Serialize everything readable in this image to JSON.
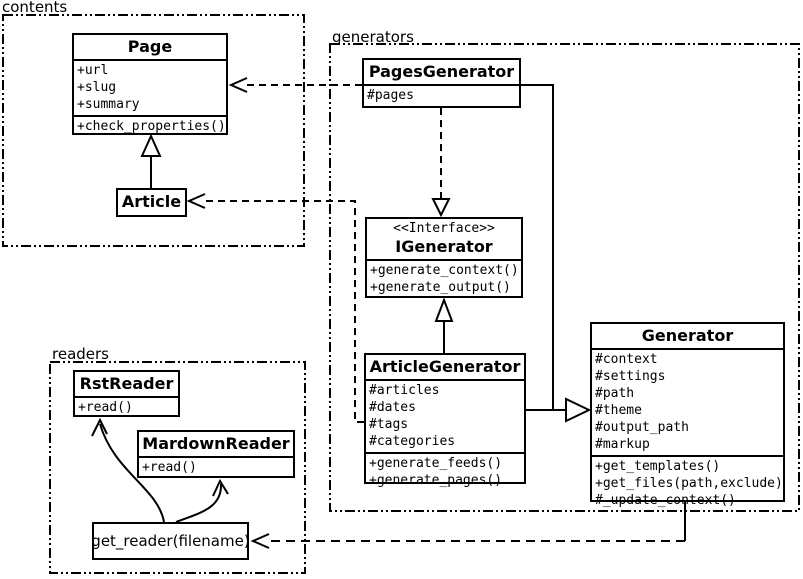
{
  "packages": {
    "contents": {
      "label": "contents"
    },
    "generators": {
      "label": "generators"
    },
    "readers": {
      "label": "readers"
    }
  },
  "classes": {
    "page": {
      "title": "Page",
      "attributes": [
        "+url",
        "+slug",
        "+summary"
      ],
      "methods": [
        "+check_properties()"
      ]
    },
    "article": {
      "title": "Article"
    },
    "pages_generator": {
      "title": "PagesGenerator",
      "attributes": [
        "#pages"
      ]
    },
    "igenerator": {
      "stereotype": "<<Interface>>",
      "title": "IGenerator",
      "methods": [
        "+generate_context()",
        "+generate_output()"
      ]
    },
    "article_generator": {
      "title": "ArticleGenerator",
      "attributes": [
        "#articles",
        "#dates",
        "#tags",
        "#categories"
      ],
      "methods": [
        "+generate_feeds()",
        "+generate_pages()"
      ]
    },
    "generator": {
      "title": "Generator",
      "attributes": [
        "#context",
        "#settings",
        "#path",
        "#theme",
        "#output_path",
        "#markup"
      ],
      "methods": [
        "+get_templates()",
        "+get_files(path,exclude)",
        "#_update_context()"
      ]
    },
    "rst_reader": {
      "title": "RstReader",
      "methods": [
        "+read()"
      ]
    },
    "mardown_reader": {
      "title": "MardownReader",
      "methods": [
        "+read()"
      ]
    },
    "get_reader": {
      "label": "get_reader(filename)"
    }
  },
  "relationships": [
    {
      "type": "generalization",
      "from": "Article",
      "to": "Page",
      "style": "solid-hollow-triangle"
    },
    {
      "type": "realization",
      "from": "PagesGenerator",
      "to": "IGenerator",
      "style": "dashed-hollow-triangle"
    },
    {
      "type": "generalization",
      "from": "ArticleGenerator",
      "to": "IGenerator",
      "style": "solid-hollow-triangle"
    },
    {
      "type": "generalization",
      "from": "PagesGenerator",
      "to": "Generator",
      "style": "solid-hollow-triangle"
    },
    {
      "type": "generalization",
      "from": "ArticleGenerator",
      "to": "Generator",
      "style": "solid-hollow-triangle"
    },
    {
      "type": "dependency",
      "from": "PagesGenerator",
      "to": "Page",
      "style": "dashed-open-arrow"
    },
    {
      "type": "dependency",
      "from": "ArticleGenerator",
      "to": "Article",
      "style": "dashed-open-arrow"
    },
    {
      "type": "dependency",
      "from": "Generator",
      "to": "get_reader(filename)",
      "style": "dashed-open-arrow"
    },
    {
      "type": "association",
      "from": "get_reader(filename)",
      "to": "RstReader",
      "style": "curved-open-arrow"
    },
    {
      "type": "association",
      "from": "get_reader(filename)",
      "to": "MardownReader",
      "style": "curved-open-arrow"
    }
  ],
  "colors": {
    "line": "#000000",
    "background": "#ffffff"
  }
}
